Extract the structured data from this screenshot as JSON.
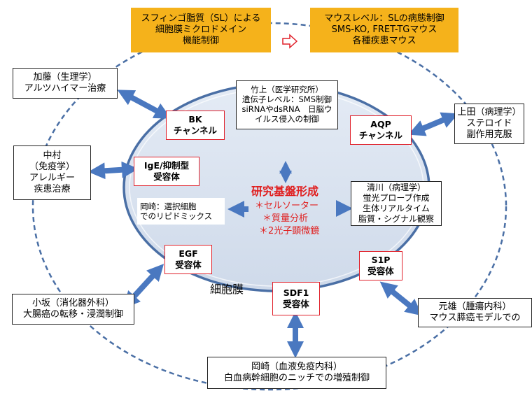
{
  "top_left": [
    "スフィンゴ脂質（SL）による",
    "細胞膜ミクロドメイン",
    "機能制御"
  ],
  "top_right": [
    "マウスレベル：SLの病態制御",
    "SMS-KO, FRET-TGマウス",
    "各種疾患マウス"
  ],
  "kato": [
    "加藤（生理学）",
    "アルツハイマー治療"
  ],
  "nakamura": [
    "中村",
    "（免疫学）",
    "アレルギー",
    "疾患治療"
  ],
  "kosaka": [
    "小坂（消化器外科）",
    "大腸癌の転移・浸潤制御"
  ],
  "okazaki_bottom": [
    "岡崎（血液免疫内科）",
    "白血病幹細胞のニッチでの増殖制御"
  ],
  "motoo": [
    "元雄（腫瘍内科）",
    "マウス膵癌モデルでの"
  ],
  "ueda": [
    "上田（病理学）",
    "ステロイド",
    "副作用克服"
  ],
  "takegami": [
    "竹上（医学研究所）",
    "遺伝子レベル：SMS制御",
    "siRNAやdsRNA　日脳ウ",
    "イルス侵入の制御"
  ],
  "kiyokawa": [
    "清川（病理学）",
    "蛍光プローブ作成",
    "生体リアルタイム",
    "脂質・シグナル観察"
  ],
  "okazaki_inner": [
    "岡崎：選択細胞",
    "でのリピドミックス"
  ],
  "bk": [
    "BK",
    "チャンネル"
  ],
  "aqp": [
    "AQP",
    "チャンネル"
  ],
  "ige": [
    "IgE/抑制型",
    "受容体"
  ],
  "egf": [
    "EGF",
    "受容体"
  ],
  "s1p": [
    "S1P",
    "受容体"
  ],
  "sdf1": [
    "SDF1",
    "受容体"
  ],
  "center": {
    "title": "研究基盤形成",
    "items": [
      "＊セルソーター",
      "＊質量分析",
      "＊2光子顕微鏡"
    ]
  },
  "membrane_label": "細胞膜",
  "colors": {
    "orange_box": "#f5b21b",
    "arrow_blue": "#4a78c0",
    "cell_fill": "#d9e2ef",
    "cell_border": "#4a6fa5",
    "red_accent": "#e0202a"
  }
}
